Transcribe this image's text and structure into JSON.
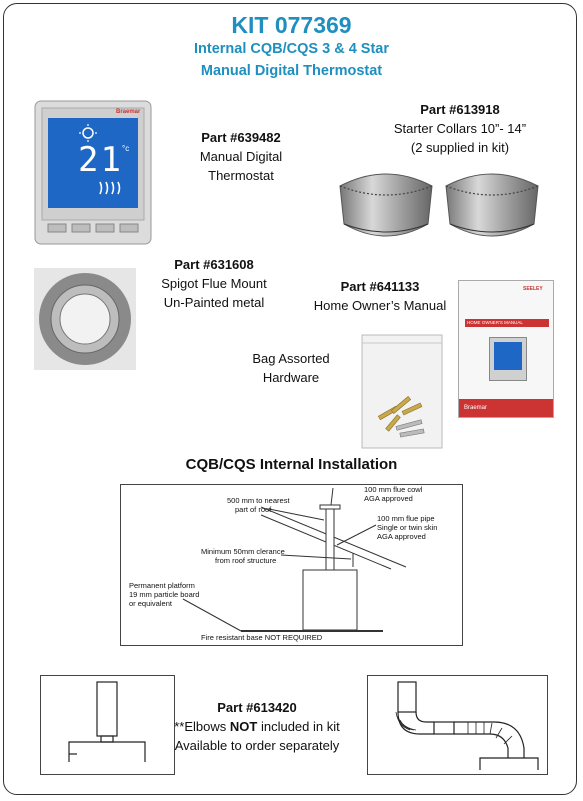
{
  "header": {
    "title": "KIT 077369",
    "subtitle_line1": "Internal CQB/CQS 3 & 4 Star",
    "subtitle_line2": "Manual Digital Thermostat"
  },
  "parts": {
    "thermostat": {
      "part": "Part #639482",
      "line1": "Manual Digital",
      "line2": "Thermostat",
      "display_value": "21",
      "unit": "°c",
      "brand": "Braemar"
    },
    "collars": {
      "part": "Part #613918",
      "line1": "Starter Collars 10”- 14”",
      "line2": "(2 supplied in kit)"
    },
    "spigot": {
      "part": "Part #631608",
      "line1": "Spigot Flue Mount",
      "line2": "Un-Painted metal"
    },
    "manual": {
      "part": "Part #641133",
      "line1": "Home Owner’s Manual",
      "cover_title": "HOME OWNER'S MANUAL",
      "cover_brand": "SEELEY",
      "cover_footer": "Braemar"
    },
    "hardware": {
      "line1": "Bag Assorted",
      "line2": "Hardware"
    },
    "elbows": {
      "part": "Part #613420",
      "line1_prefix": "**Elbows ",
      "line1_bold": "NOT",
      "line1_suffix": " included in kit",
      "line2": "Available to order separately"
    }
  },
  "installation": {
    "heading": "CQB/CQS Internal Installation",
    "labels": {
      "roof_dist_1": "500 mm to nearest",
      "roof_dist_2": "part of roof",
      "cowl_1": "100 mm flue cowl",
      "cowl_2": "AGA approved",
      "pipe_1": "100 mm flue pipe",
      "pipe_2": "Single or twin skin",
      "pipe_3": "AGA approved",
      "clear_1": "Minimum 50mm clerance",
      "clear_2": "from roof structure",
      "plat_1": "Permanent platform",
      "plat_2": "19 mm particle board",
      "plat_3": "or equivalent",
      "base": "Fire resistant base NOT REQUIRED"
    }
  },
  "colors": {
    "accent": "#1e8fbf",
    "screen": "#1f67c4"
  }
}
